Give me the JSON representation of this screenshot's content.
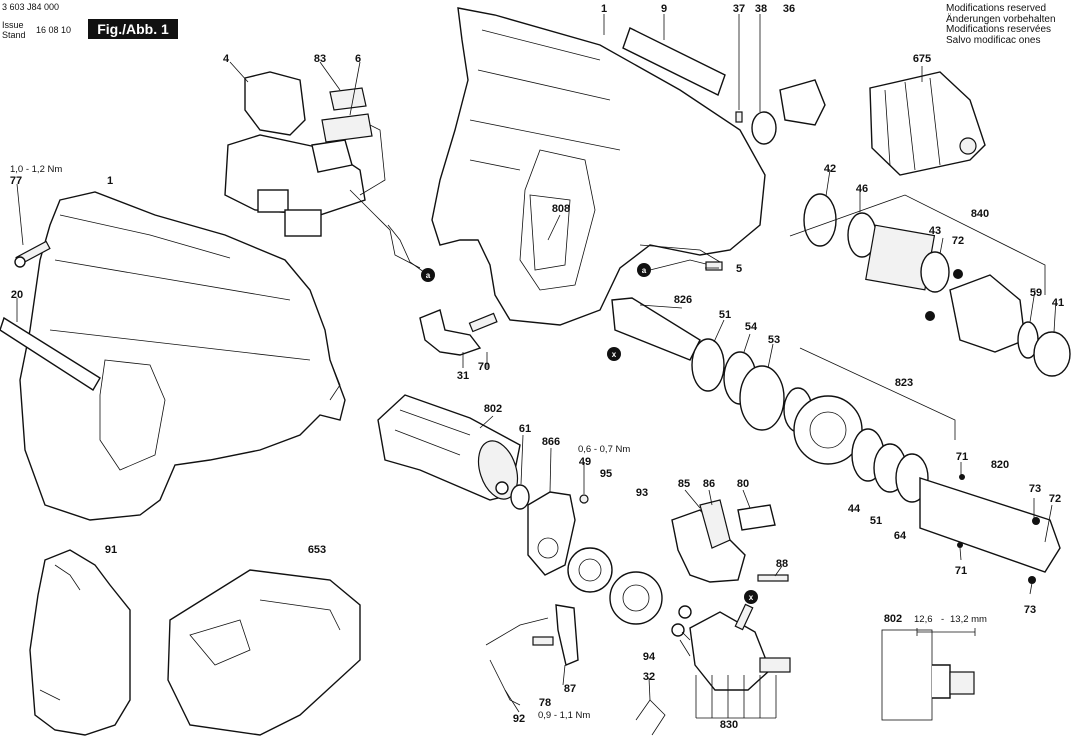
{
  "header": {
    "doc_number": "3 603 J84 000",
    "issue_label": "Issue",
    "stand_label": "Stand",
    "issue_date": "16 08 10",
    "figure": "Fig./Abb. 1"
  },
  "notes": [
    "Modifications reserved",
    "Änderungen vorbehalten",
    "Modifications reservées",
    "Salvo modificac ones"
  ],
  "labels": {
    "p1_top": "1",
    "p9": "9",
    "p37": "37",
    "p38": "38",
    "p36": "36",
    "p675": "675",
    "p4": "4",
    "p83": "83",
    "p6": "6",
    "p1_left": "1",
    "p77": "77",
    "p20": "20",
    "p808": "808",
    "p5": "5",
    "p42": "42",
    "p46": "46",
    "p840": "840",
    "p43": "43",
    "p72a": "72",
    "p59": "59",
    "p41": "41",
    "p826": "826",
    "p51a": "51",
    "p54": "54",
    "p53": "53",
    "p31": "31",
    "p70": "70",
    "p802": "802",
    "p61": "61",
    "p866": "866",
    "p49": "49",
    "p95": "95",
    "p93": "93",
    "p85": "85",
    "p86": "86",
    "p80": "80",
    "p823": "823",
    "p71a": "71",
    "p820": "820",
    "p44": "44",
    "p51b": "51",
    "p64": "64",
    "p73a": "73",
    "p72b": "72",
    "p71b": "71",
    "p73b": "73",
    "p88": "88",
    "p91": "91",
    "p653": "653",
    "p87": "87",
    "p78": "78",
    "p92": "92",
    "p32": "32",
    "p94": "94",
    "p830": "830",
    "p802b": "802"
  },
  "torques": {
    "t77": "1,0 - 1,2 Nm",
    "t49": "0,6 - 0,7 Nm",
    "t78": "0,9 - 1,1 Nm"
  },
  "markers": {
    "a": "a",
    "x": "x"
  },
  "inset": {
    "dim1": "12,6",
    "dim_sep": "-",
    "dim2": "13,2 mm"
  }
}
